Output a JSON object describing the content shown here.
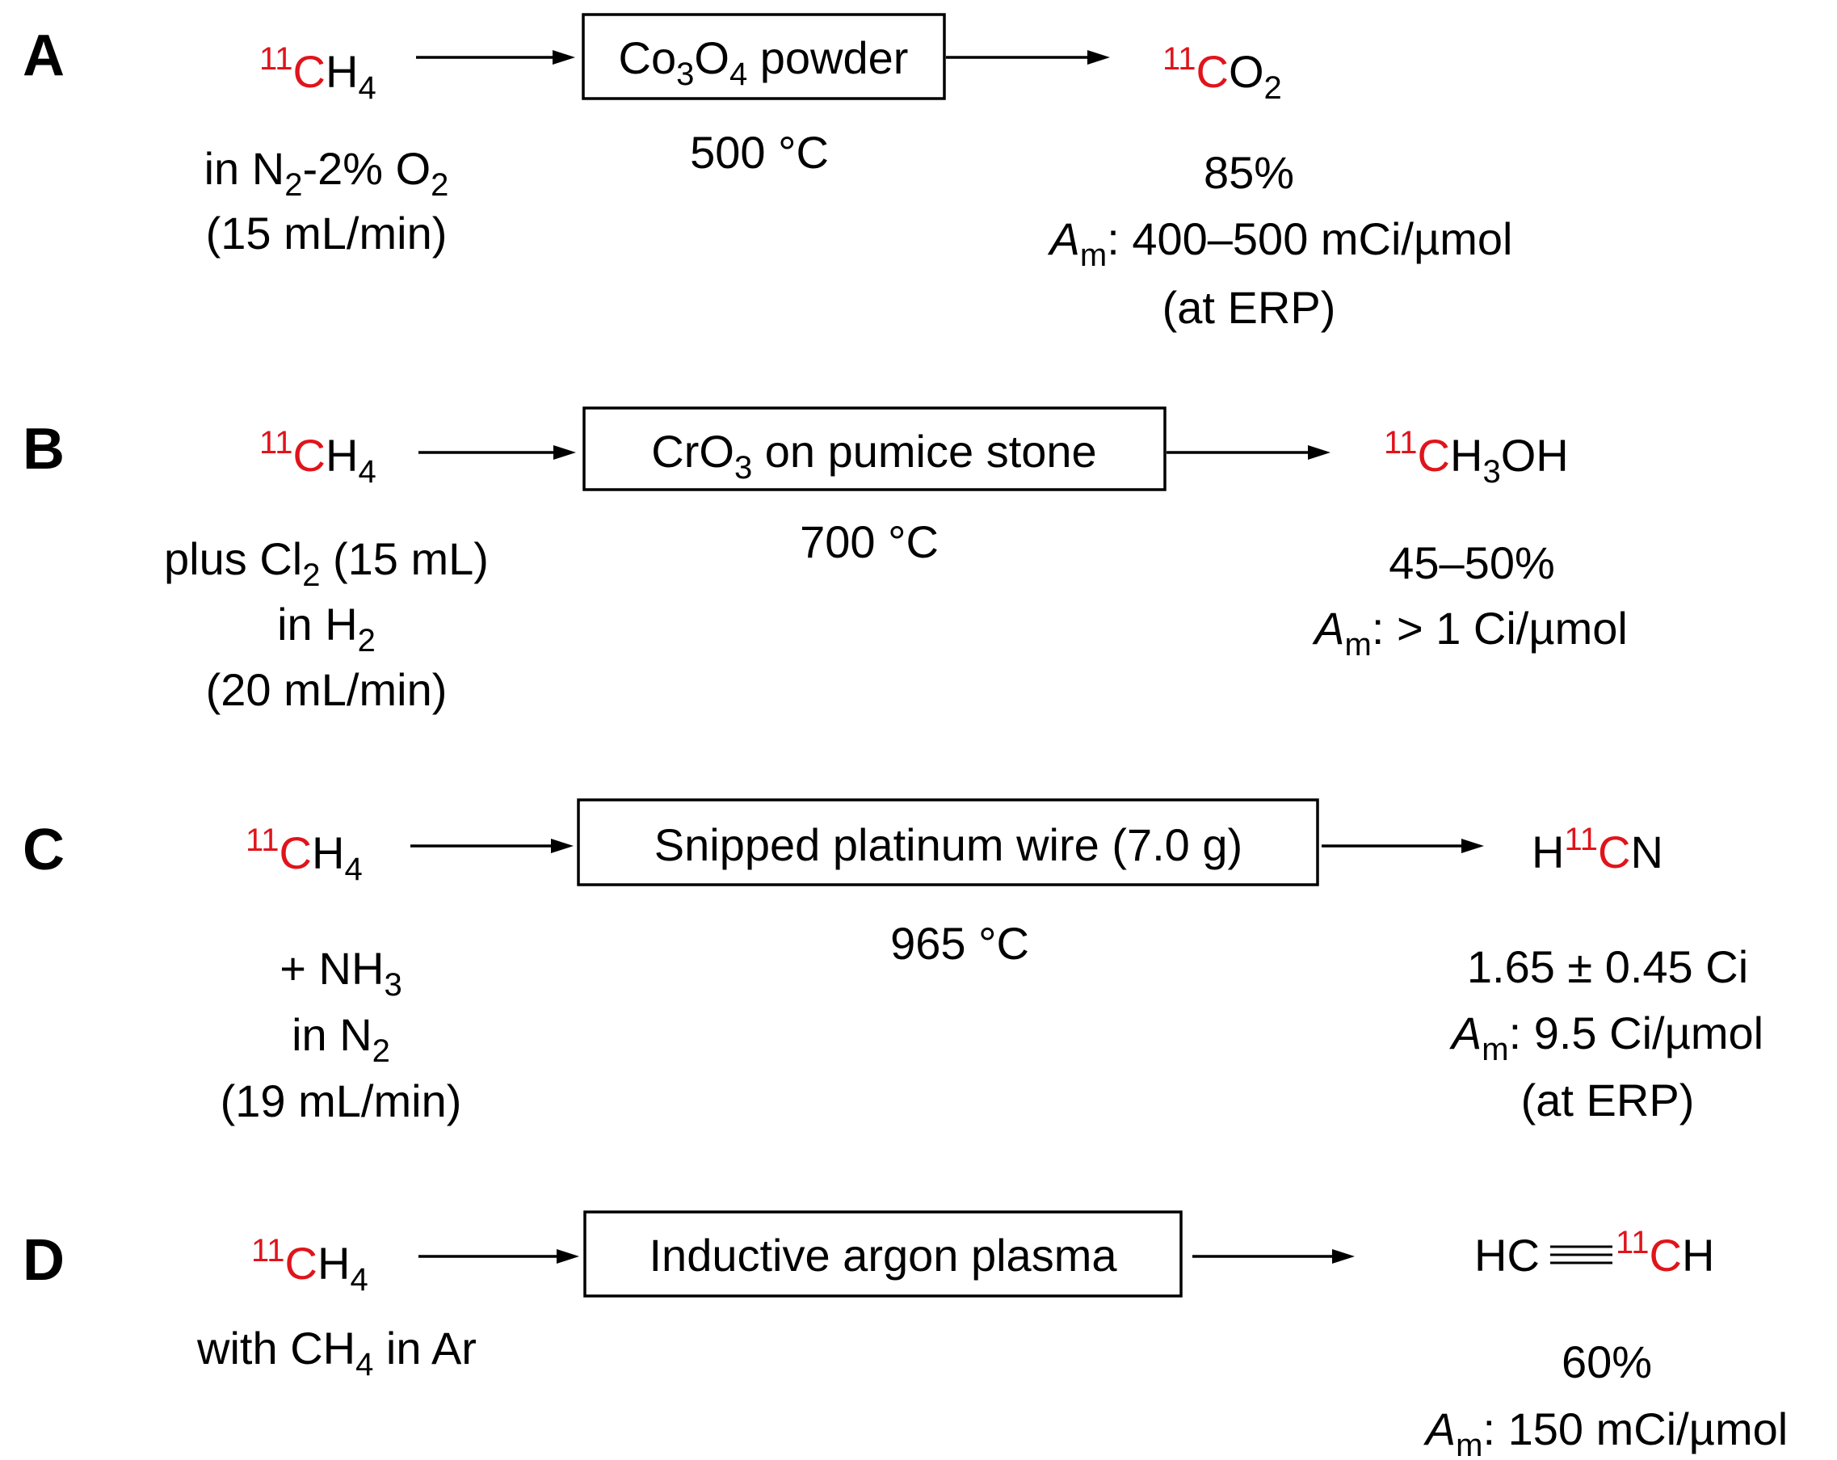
{
  "scheme": {
    "accent_color": "#e0141b",
    "text_color": "#000000",
    "panels": [
      {
        "letter": "A",
        "reactant": {
          "iso": "11",
          "red": "C",
          "rest": "H",
          "sub": "4"
        },
        "conditions": [
          [
            {
              "t": "in N"
            },
            {
              "t": "2",
              "sub": true
            },
            {
              "t": "-2% O"
            },
            {
              "t": "2",
              "sub": true
            }
          ],
          [
            {
              "t": "(15 mL/min)"
            }
          ]
        ],
        "reagent_box": [
          {
            "t": "Co"
          },
          {
            "t": "3",
            "sub": true
          },
          {
            "t": "O"
          },
          {
            "t": "4",
            "sub": true
          },
          {
            "t": " powder"
          }
        ],
        "temperature": "500 °C",
        "product": [
          {
            "t": "11",
            "sup": true,
            "red": true
          },
          {
            "t": "C",
            "red": true
          },
          {
            "t": "O"
          },
          {
            "t": "2",
            "sub": true
          }
        ],
        "results": [
          [
            {
              "t": "85%"
            }
          ],
          [
            {
              "t": "A",
              "italic": true
            },
            {
              "t": "m",
              "sub": true
            },
            {
              "t": ": 400–500 mCi/µmol"
            }
          ],
          [
            {
              "t": "(at ERP)"
            }
          ]
        ]
      },
      {
        "letter": "B",
        "reactant": {
          "iso": "11",
          "red": "C",
          "rest": "H",
          "sub": "4"
        },
        "conditions": [
          [
            {
              "t": "plus Cl"
            },
            {
              "t": "2",
              "sub": true
            },
            {
              "t": " (15 mL)"
            }
          ],
          [
            {
              "t": "in H"
            },
            {
              "t": "2",
              "sub": true
            }
          ],
          [
            {
              "t": "(20 mL/min)"
            }
          ]
        ],
        "reagent_box": [
          {
            "t": "CrO"
          },
          {
            "t": "3",
            "sub": true
          },
          {
            "t": " on pumice stone"
          }
        ],
        "temperature": "700 °C",
        "product": [
          {
            "t": "11",
            "sup": true,
            "red": true
          },
          {
            "t": "C",
            "red": true
          },
          {
            "t": "H"
          },
          {
            "t": "3",
            "sub": true
          },
          {
            "t": "OH"
          }
        ],
        "results": [
          [
            {
              "t": "45–50%"
            }
          ],
          [
            {
              "t": "A",
              "italic": true
            },
            {
              "t": "m",
              "sub": true
            },
            {
              "t": ": > 1 Ci/µmol"
            }
          ]
        ]
      },
      {
        "letter": "C",
        "reactant": {
          "iso": "11",
          "red": "C",
          "rest": "H",
          "sub": "4"
        },
        "conditions": [
          [
            {
              "t": "+ NH"
            },
            {
              "t": "3",
              "sub": true
            }
          ],
          [
            {
              "t": "in N"
            },
            {
              "t": "2",
              "sub": true
            }
          ],
          [
            {
              "t": "(19 mL/min)"
            }
          ]
        ],
        "reagent_box": [
          {
            "t": "Snipped platinum wire (7.0 g)"
          }
        ],
        "temperature": "965 °C",
        "product": [
          {
            "t": "H"
          },
          {
            "t": "11",
            "sup": true,
            "red": true
          },
          {
            "t": "C",
            "red": true
          },
          {
            "t": "N"
          }
        ],
        "results": [
          [
            {
              "t": "1.65 ± 0.45 Ci"
            }
          ],
          [
            {
              "t": "A",
              "italic": true
            },
            {
              "t": "m",
              "sub": true
            },
            {
              "t": ": 9.5 Ci/µmol"
            }
          ],
          [
            {
              "t": "(at ERP)"
            }
          ]
        ]
      },
      {
        "letter": "D",
        "reactant": {
          "iso": "11",
          "red": "C",
          "rest": "H",
          "sub": "4"
        },
        "conditions": [
          [
            {
              "t": "with CH"
            },
            {
              "t": "4",
              "sub": true
            },
            {
              "t": " in Ar"
            }
          ]
        ],
        "reagent_box": [
          {
            "t": "Inductive argon plasma"
          }
        ],
        "temperature": "",
        "product_left": "HC",
        "product_right": [
          {
            "t": "11",
            "sup": true,
            "red": true
          },
          {
            "t": "C",
            "red": true
          },
          {
            "t": "H"
          }
        ],
        "results": [
          [
            {
              "t": "60%"
            }
          ],
          [
            {
              "t": "A",
              "italic": true
            },
            {
              "t": "m",
              "sub": true
            },
            {
              "t": ": 150 mCi/µmol"
            }
          ]
        ]
      }
    ]
  }
}
